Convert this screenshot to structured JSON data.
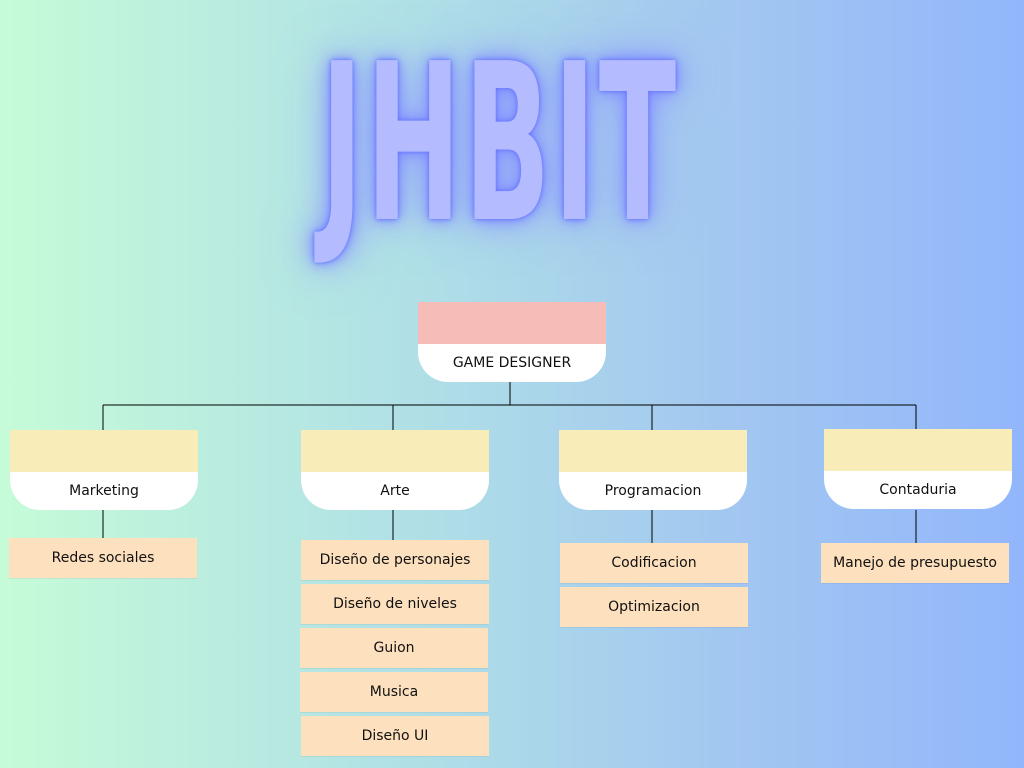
{
  "title": "JHBIT",
  "root": {
    "label": "GAME DESIGNER"
  },
  "departments": [
    {
      "label": "Marketing",
      "tasks": [
        "Redes sociales"
      ]
    },
    {
      "label": "Arte",
      "tasks": [
        "Diseño de personajes",
        "Diseño de niveles",
        "Guion",
        "Musica",
        "Diseño UI"
      ]
    },
    {
      "label": "Programacion",
      "tasks": [
        "Codificacion",
        "Optimizacion"
      ]
    },
    {
      "label": "Contaduria",
      "tasks": [
        "Manejo de presupuesto"
      ]
    }
  ],
  "colors": {
    "root_band": "#f6bdb8",
    "dept_band": "#f8ecb8",
    "task_fill": "#fde0bd",
    "title_fill": "#b4bcff",
    "title_glow": "#5a6cff"
  }
}
